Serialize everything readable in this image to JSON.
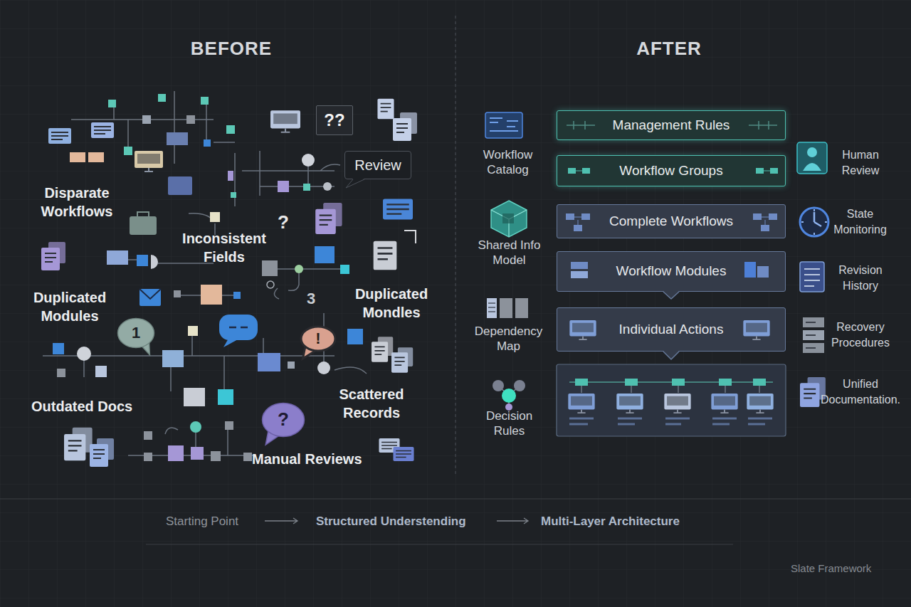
{
  "diagram": {
    "nodes": [
      {
        "text": [
          "??"
        ]
      },
      {
        "text": [
          "Review"
        ]
      },
      {
        "text": [
          "1"
        ]
      },
      {
        "text": [
          "!"
        ]
      },
      {
        "text": [
          "?"
        ]
      },
      {
        "text": [
          "Management Rules"
        ]
      },
      {
        "text": [
          "Workflow Groups"
        ]
      },
      {
        "text": [
          "Complete Workflows"
        ]
      },
      {
        "text": [
          "Workflow Modules"
        ]
      },
      {
        "text": [
          "Individual Actions"
        ]
      }
    ],
    "labels": [
      "BEFORE",
      "AFTER",
      "Disparate Workflows",
      "Inconsistent Fields",
      "?",
      "Duplicated Modules",
      "Duplicated Mondles",
      "3",
      "Outdated Docs",
      "Scattered Records",
      "Manual Reviews",
      "Workflow Catalog",
      "Shared Info Model",
      "Dependency Map",
      "Decision Rules",
      "Human Review",
      "State Monitoring",
      "Revision History",
      "Recovery Procedures",
      "Unified Documentation.",
      "Starting Point",
      "Structured Understending",
      "Multi-Layer Architecture",
      "Slate Framework"
    ]
  }
}
